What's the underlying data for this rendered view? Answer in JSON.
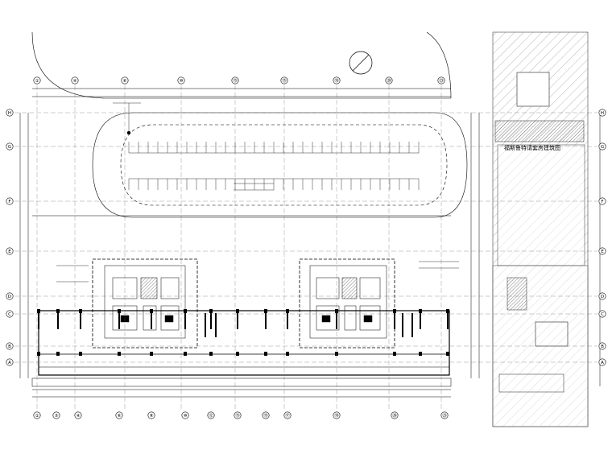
{
  "drawing": {
    "adjacent_building_label": "福斯鲁特请套房建筑图",
    "north_arrow": "north-arrow-icon",
    "line_color": "#000000",
    "hatch_color": "#555555",
    "grid_bubbles_top": [
      "①",
      "④",
      "⑥",
      "⑩",
      "⑬",
      "⑮",
      "⑱",
      "⑳",
      "㉓"
    ],
    "grid_bubbles_bottom": [
      "①",
      "③",
      "④",
      "⑥",
      "⑧",
      "⑩",
      "⑫",
      "⑬",
      "⑮",
      "⑰",
      "⑱",
      "⑳",
      "㉓"
    ],
    "grid_bubbles_left": [
      "H",
      "G",
      "F",
      "E",
      "D",
      "C",
      "B",
      "A"
    ],
    "grid_bubbles_right": [
      "H",
      "G",
      "F",
      "E",
      "D",
      "C",
      "B",
      "A"
    ]
  }
}
